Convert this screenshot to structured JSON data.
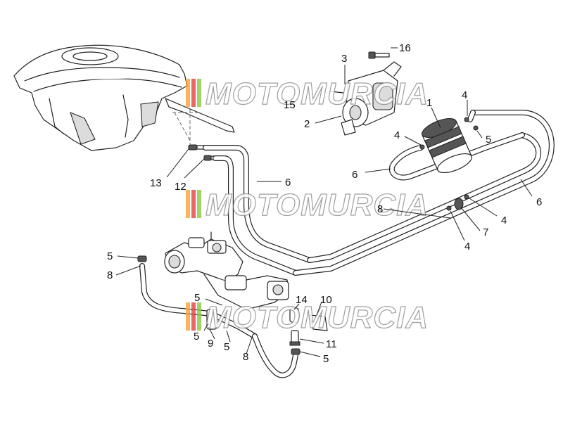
{
  "watermark": {
    "text": "MOTOMURCIA",
    "stripe_colors": [
      "#f2a23a",
      "#e0453b",
      "#8cc63f"
    ]
  },
  "callouts": {
    "fuel_tank_1": "13",
    "fitting_12": "12",
    "hose_6_left": "6",
    "cover_3": "3",
    "bolt_16": "16",
    "bracket_2": "2",
    "label_15": "15",
    "canister_1": "1",
    "clamp_4_top": "4",
    "clamp_5_right": "5",
    "clamp_4_left": "4",
    "hose_6_mid": "6",
    "hose_6_right": "6",
    "hose_8_upper": "8",
    "clamp_4_lower_right": "4",
    "valve_7": "7",
    "clamp_4_lower": "4",
    "clamp_5_left": "5",
    "hose_8_left": "8",
    "clamp_5_throttle": "5",
    "clamp_5_bottom_left": "5",
    "pipe_9": "9",
    "clamp_5_bottom": "5",
    "hose_8_bottom": "8",
    "part_14": "14",
    "part_10": "10",
    "part_11": "11",
    "clamp_5_bottom_right": "5"
  }
}
